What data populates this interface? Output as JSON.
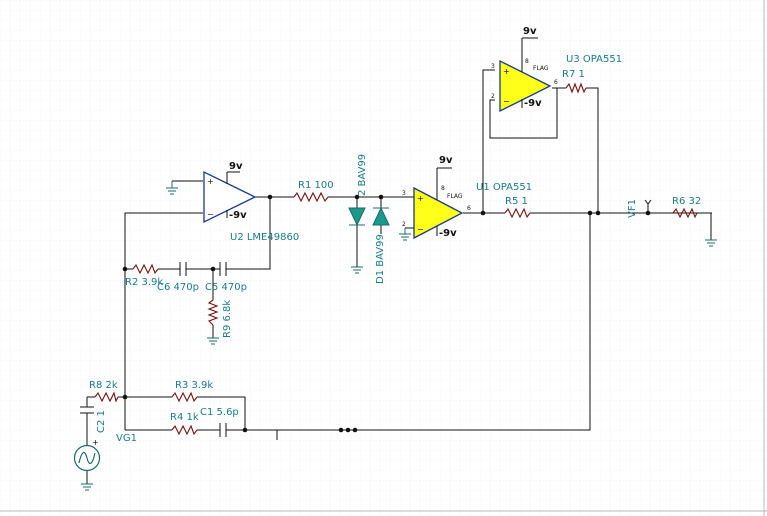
{
  "colors": {
    "background": "#ffffff",
    "grid": "#dcdcdc",
    "wire": "#111111",
    "label": "#1a7a8a",
    "resistor": "#7a1010",
    "diode": "#1a9a8a",
    "opamp_fill_yellow": "#ffff1a",
    "opamp_fill_white": "#ffffff",
    "opamp_outline": "#1a3a8a",
    "ground": "#1a6a6a"
  },
  "components": {
    "u1": {
      "name": "U1 OPA551",
      "supply_pos": "9v",
      "supply_neg": "-9v",
      "pin_plus": "3",
      "pin_minus": "2",
      "pin_out": "6",
      "pin_flag": "8",
      "flag": "FLAG"
    },
    "u2": {
      "name": "U2 LME49860",
      "supply_pos": "9v",
      "supply_neg": "-9v"
    },
    "u3": {
      "name": "U3 OPA551",
      "supply_pos": "9v",
      "supply_neg": "-9v",
      "pin_plus": "3",
      "pin_minus": "2",
      "pin_out": "6",
      "pin_flag": "8",
      "flag": "FLAG"
    },
    "r1": "R1 100",
    "r2": "R2 3.9k",
    "r3": "R3 3.9k",
    "r4": "R4 1k",
    "r5": "R5 1",
    "r6": "R6 32",
    "r7": "R7 1",
    "r8": "R8 2k",
    "r9": "R9 6.8k",
    "c1": "C1 5.6p",
    "c2": "C2 1",
    "c5": "C5 470p",
    "c6": "C6 470p",
    "d1": "D1 BAV99",
    "d2": "2 BAV99",
    "vf1": "VF1",
    "vg1": "VG1"
  }
}
